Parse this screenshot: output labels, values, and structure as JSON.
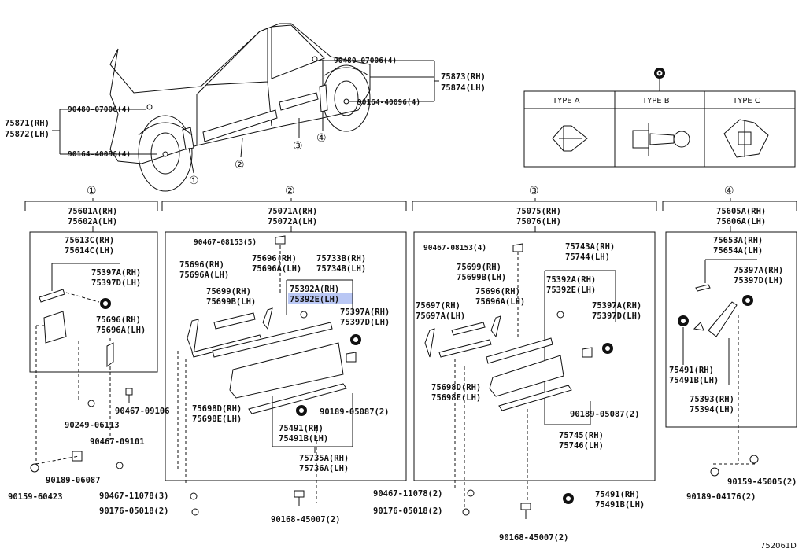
{
  "car": {
    "front_callouts": [
      "90480-07006(4)",
      "90164-40096(4)"
    ],
    "front_parts": [
      "75871(RH)",
      "75872(LH)"
    ],
    "rear_callouts": [
      "90480-07006(4)",
      "90164-40096(4)"
    ],
    "rear_parts": [
      "75873(RH)",
      "75874(LH)"
    ],
    "markers": [
      "①",
      "②",
      "③",
      "④"
    ]
  },
  "clip_types": {
    "header_icon": "bullseye-icon",
    "labels": [
      "TYPE A",
      "TYPE B",
      "TYPE C"
    ]
  },
  "group1": {
    "marker": "①",
    "main": [
      "75601A(RH)",
      "75602A(LH)"
    ],
    "inner": [
      "75613C(RH)",
      "75614C(LH)"
    ],
    "clip": [
      "75397A(RH)",
      "75397D(LH)"
    ],
    "piece": [
      "75696(RH)",
      "75696A(LH)"
    ],
    "fasteners": [
      "90467-09106",
      "90249-06113",
      "90467-09101",
      "90189-06087",
      "90159-60423"
    ]
  },
  "group2": {
    "marker": "②",
    "main": [
      "75071A(RH)",
      "75072A(LH)"
    ],
    "screw": "90467-08153(5)",
    "p1": [
      "75696(RH)",
      "75696A(LH)"
    ],
    "p2": [
      "75696(RH)",
      "75696A(LH)"
    ],
    "p3": [
      "75733B(RH)",
      "75734B(LH)"
    ],
    "p4": [
      "75699(RH)",
      "75699B(LH)"
    ],
    "p5": [
      "75392A(RH)",
      "75392E(LH)"
    ],
    "p6": [
      "75397A(RH)",
      "75397D(LH)"
    ],
    "p7": [
      "75698D(RH)",
      "75698E(LH)"
    ],
    "p8": [
      "75491(RH)",
      "75491B(LH)"
    ],
    "p9": [
      "75735A(RH)",
      "75736A(LH)"
    ],
    "clip": "90189-05087(2)",
    "bottom": [
      "90467-11078(3)",
      "90176-05018(2)",
      "90168-45007(2)"
    ]
  },
  "group3": {
    "marker": "③",
    "main": [
      "75075(RH)",
      "75076(LH)"
    ],
    "screw": "90467-08153(4)",
    "p1": [
      "75699(RH)",
      "75699B(LH)"
    ],
    "p2": [
      "75743A(RH)",
      "75744(LH)"
    ],
    "p3": [
      "75392A(RH)",
      "75392E(LH)"
    ],
    "p4": [
      "75696(RH)",
      "75696A(LH)"
    ],
    "p5": [
      "75697(RH)",
      "75697A(LH)"
    ],
    "p6": [
      "75397A(RH)",
      "75397D(LH)"
    ],
    "p7": [
      "75698D(RH)",
      "75698E(LH)"
    ],
    "clip": "90189-05087(2)",
    "p8": [
      "75745(RH)",
      "75746(LH)"
    ],
    "bottom": [
      "90467-11078(2)",
      "90176-05018(2)",
      "90168-45007(2)"
    ],
    "p9": [
      "75491(RH)",
      "75491B(LH)"
    ]
  },
  "group4": {
    "marker": "④",
    "main": [
      "75605A(RH)",
      "75606A(LH)"
    ],
    "inner": [
      "75653A(RH)",
      "75654A(LH)"
    ],
    "clip": [
      "75397A(RH)",
      "75397D(LH)"
    ],
    "p1": [
      "75491(RH)",
      "75491B(LH)"
    ],
    "p2": [
      "75393(RH)",
      "75394(LH)"
    ],
    "bottom": [
      "90159-45005(2)",
      "90189-04176(2)"
    ]
  },
  "diagram_id": "752061D"
}
